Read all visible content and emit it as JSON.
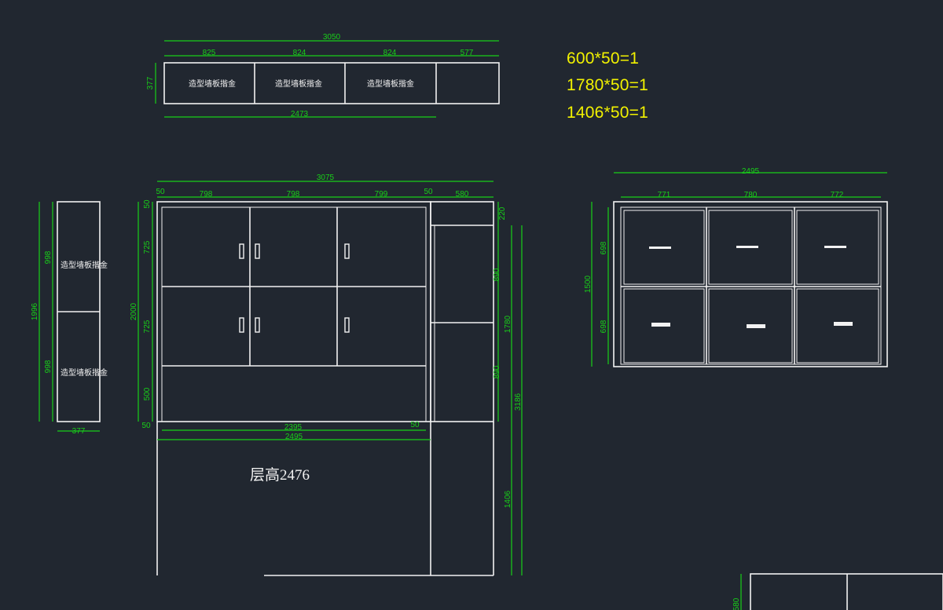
{
  "notes": {
    "line1": "600*50=1",
    "line2": "1780*50=1",
    "line3": "1406*50=1"
  },
  "floor_height": "层高2476",
  "panel_label": "造型墙板揩金",
  "top_view": {
    "overall": "3050",
    "segments": [
      "825",
      "824",
      "824",
      "577"
    ],
    "bottom": "2473",
    "height": "377"
  },
  "side_view": {
    "upper": "998",
    "lower": "998",
    "total": "1996",
    "width": "377"
  },
  "front_view": {
    "overall": "3075",
    "top_segments": [
      "50",
      "798",
      "798",
      "799",
      "50",
      "580"
    ],
    "left_dims": [
      "50",
      "725",
      "725",
      "500",
      "50"
    ],
    "total_height": "2000",
    "bottom_inner": "2395",
    "bottom_gap": "50",
    "bottom_overall": "2495",
    "right_dims": [
      "220",
      "890",
      "890"
    ],
    "tall_dims": [
      "1780",
      "1406",
      "3186"
    ]
  },
  "right_view": {
    "overall": "2495",
    "segments": [
      "771",
      "780",
      "772"
    ],
    "left_dims": [
      "698",
      "698"
    ],
    "total": "1500"
  },
  "corner_view": {
    "dim": "580"
  },
  "colors": {
    "background": "#212730",
    "lines": "#f2f2f2",
    "dimensions": "#18d018",
    "notes": "#f2f200"
  }
}
